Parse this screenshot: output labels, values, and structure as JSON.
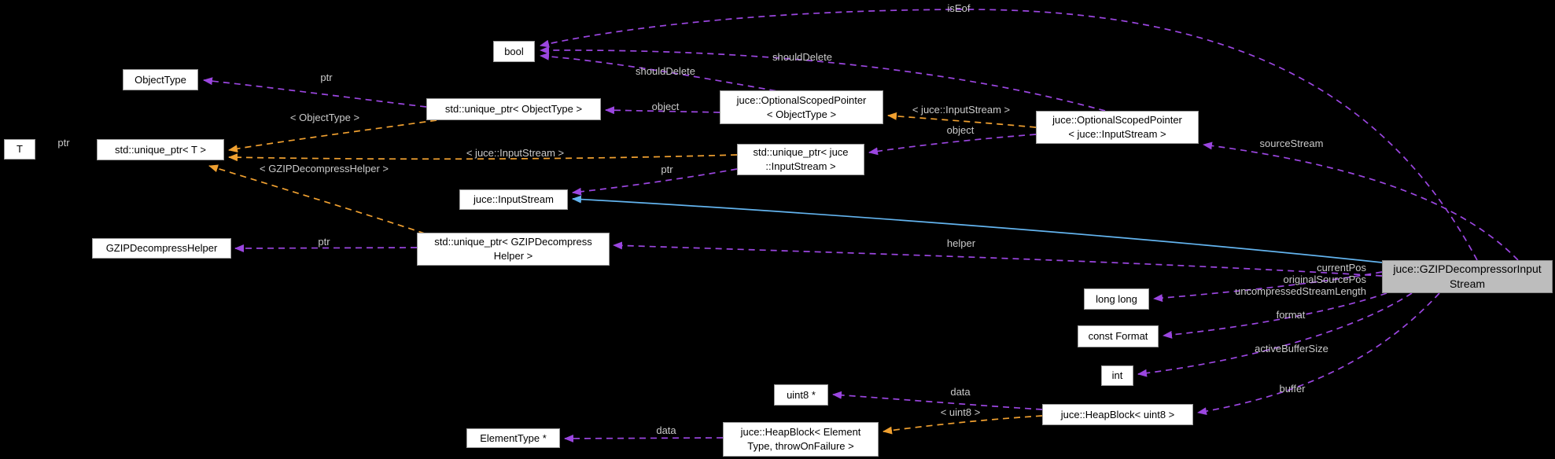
{
  "colors": {
    "background": "#000000",
    "node_fill": "#ffffff",
    "node_border": "#9c9c9c",
    "node_text": "#000000",
    "highlight_node_fill": "#bdbdbd",
    "usage_edge": "#9b46e0",
    "template_edge": "#f0a030",
    "inheritance_edge": "#63b4ef",
    "edge_label_text": "#cacaca"
  },
  "nodes": {
    "bool": {
      "label": "bool"
    },
    "object_type": {
      "label": "ObjectType"
    },
    "unique_ptr_object_type": {
      "label": "std::unique_ptr< ObjectType >"
    },
    "osp_object_type": {
      "line1": "juce::OptionalScopedPointer",
      "line2": "< ObjectType >"
    },
    "osp_input_stream": {
      "line1": "juce::OptionalScopedPointer",
      "line2": "< juce::InputStream >"
    },
    "t": {
      "label": "T"
    },
    "unique_ptr_t": {
      "label": "std::unique_ptr< T >"
    },
    "unique_ptr_juce_input_stream": {
      "line1": "std::unique_ptr< juce",
      "line2": "::InputStream >"
    },
    "juce_input_stream": {
      "label": "juce::InputStream"
    },
    "gzip_decompress_helper": {
      "label": "GZIPDecompressHelper"
    },
    "unique_ptr_gzip_decompress_helper": {
      "line1": "std::unique_ptr< GZIPDecompress",
      "line2": "Helper >"
    },
    "main_class": {
      "line1": "juce::GZIPDecompressorInput",
      "line2": "Stream"
    },
    "long_long": {
      "label": "long long"
    },
    "const_format": {
      "label": "const Format"
    },
    "int": {
      "label": "int"
    },
    "uint8_ptr": {
      "label": "uint8 *"
    },
    "heap_block_uint8": {
      "label": "juce::HeapBlock< uint8 >"
    },
    "element_type_ptr": {
      "label": "ElementType *"
    },
    "heap_block_element": {
      "line1": "juce::HeapBlock< Element",
      "line2": "Type, throwOnFailure >"
    }
  },
  "edge_labels": {
    "is_eof": "isEof",
    "should_delete_a": "shouldDelete",
    "should_delete_b": "shouldDelete",
    "ptr_object_type": "ptr",
    "object_a": "object",
    "object_b": "object",
    "tmpl_input_stream_a": "< juce::InputStream >",
    "tmpl_input_stream_b": "< juce::InputStream >",
    "tmpl_object_type": "< ObjectType >",
    "tmpl_gzip_helper": "< GZIPDecompressHelper >",
    "ptr_t": "ptr",
    "ptr_input_stream": "ptr",
    "ptr_gzip_helper": "ptr",
    "helper": "helper",
    "source_stream": "sourceStream",
    "current_pos": "currentPos",
    "original_source_pos": "originalSourcePos",
    "uncompressed_stream_length": "uncompressedStreamLength",
    "format": "format",
    "active_buffer_size": "activeBufferSize",
    "buffer": "buffer",
    "data_a": "data",
    "data_b": "data",
    "tmpl_uint8": "< uint8 >"
  }
}
